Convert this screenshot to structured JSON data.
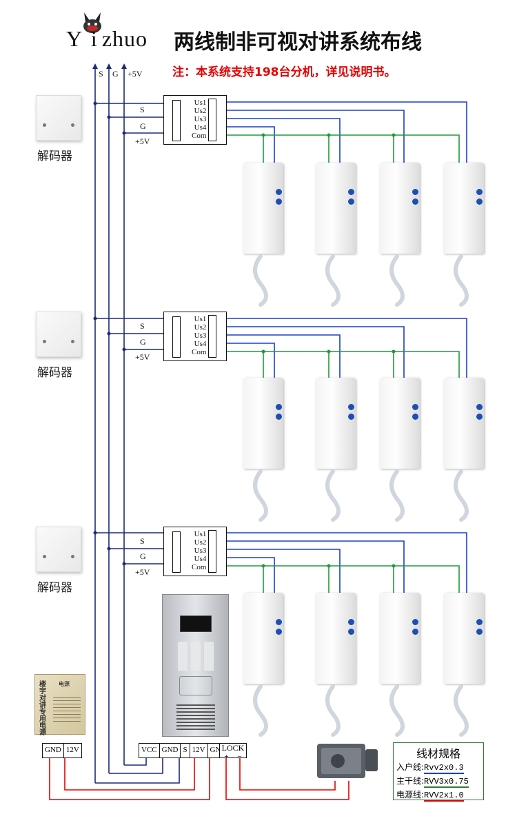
{
  "header": {
    "brand_y": "Y",
    "brand_i": "i",
    "brand_rest": "zhuo",
    "title": "两线制非可视对讲系统布线",
    "note": "注：本系统支持198台分机，详见说明书。"
  },
  "bus_labels": [
    "S",
    "G",
    "+5V"
  ],
  "decoder_label": "解码器",
  "junction": {
    "left_labels": [
      "S",
      "G",
      "+5V"
    ],
    "right_labels": [
      "Us1",
      "Us2",
      "Us3",
      "Us4",
      "Com"
    ]
  },
  "floors": [
    {
      "decoder": "解码器"
    },
    {
      "decoder": "解码器"
    },
    {
      "decoder": "解码器"
    }
  ],
  "power_terminals": [
    "GND",
    "12V"
  ],
  "panel_terminals": [
    "VCC",
    "GND",
    "S",
    "12V",
    "GND"
  ],
  "lock_terminal": {
    "label": "LOCK",
    "plus": "+",
    "minus": "−"
  },
  "psu_text": {
    "top": "电源",
    "vertical": "楼宇对讲专用电源"
  },
  "spec": {
    "title": "线材规格",
    "rows": [
      {
        "label": "入户线:",
        "value": "Rvv2x0.3",
        "color": "#1b3fcc"
      },
      {
        "label": "主干线:",
        "value": "RVV3x0.75",
        "color": "#2e7d32"
      },
      {
        "label": "电源线:",
        "value": "RVV2x1.0",
        "color": "#e60000"
      }
    ]
  },
  "colors": {
    "bus": "#1b2a7a",
    "user_line": "#1b3fcc",
    "com_line": "#1f9a3a",
    "power_line": "#e60000"
  },
  "icons": [
    "rabbit-logo-icon",
    "decoder-icon",
    "handset-icon",
    "door-panel-icon",
    "power-supply-icon",
    "electric-lock-icon"
  ]
}
